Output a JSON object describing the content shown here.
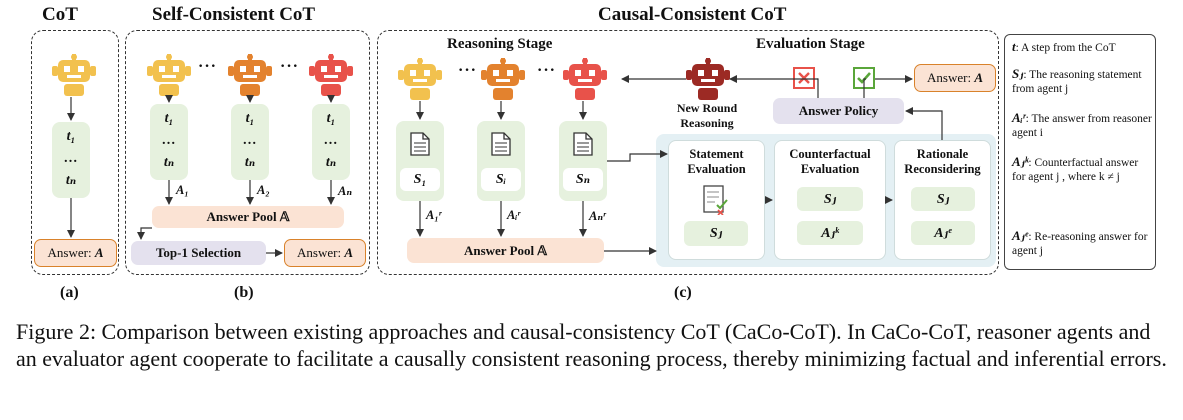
{
  "titles": {
    "cot": "CoT",
    "self_consistent": "Self-Consistent CoT",
    "causal_consistent": "Causal-Consistent CoT",
    "reasoning_stage": "Reasoning Stage",
    "evaluation_stage": "Evaluation Stage"
  },
  "panel_labels": {
    "a": "(a)",
    "b": "(b)",
    "c": "(c)"
  },
  "steps": {
    "t1": "t₁",
    "dots": "…",
    "tn": "tₙ"
  },
  "dots": "···",
  "answer_label": "Answer:",
  "answer_var": "A",
  "answer_pool_b": "Answer Pool  𝔸",
  "answer_pool_c": "Answer Pool  𝔸",
  "top1_selection": "Top-1 Selection",
  "answer_policy": "Answer Policy",
  "new_round": "New Round Reasoning",
  "b_arrow_labels": [
    "A₁",
    "A₂",
    "Aₙ"
  ],
  "c_statements": [
    "S₁",
    "Sᵢ",
    "Sₙ"
  ],
  "c_arrow_labels": [
    "A₁ʳ",
    "Aᵢʳ",
    "Aₙʳ"
  ],
  "eval_cards": {
    "statement": {
      "title": "Statement Evaluation",
      "var": "Sⱼ"
    },
    "counterfactual": {
      "title": "Counterfactual Evaluation",
      "var1": "Sⱼ",
      "var2": "Aⱼᵏ"
    },
    "rationale": {
      "title": "Rationale Reconsidering",
      "var1": "Sⱼ",
      "var2": "Aⱼᵉ"
    }
  },
  "legend": [
    {
      "sym": "t",
      "text": ": A step from the CoT"
    },
    {
      "sym": "Sⱼ",
      "text": ": The reasoning statement from agent j"
    },
    {
      "sym": "Aᵢʳ",
      "text": ": The answer from reasoner agent i"
    },
    {
      "sym": "Aⱼᵏ",
      "text": ": Counterfactual answer for agent j , where k ≠ j"
    },
    {
      "sym": "Aⱼᵉ",
      "text": ": Re-reasoning answer for agent j"
    }
  ],
  "caption": "Figure 2: Comparison between existing approaches and causal-consistency CoT (CaCo-CoT). In CaCo-CoT, reasoner agents and an evaluator agent cooperate to facilitate a causally consistent reasoning process, thereby minimizing factual and inferential errors.",
  "colors": {
    "robot_yellow": "#f2c14e",
    "robot_orange": "#e3822e",
    "robot_red": "#e8524a",
    "robot_darkred": "#9c2a24",
    "green_box": "#e6f1de",
    "pool_peach": "#fbe3d4",
    "policy_grey": "#e4e1ee",
    "eval_panel": "#e4f0f4"
  }
}
